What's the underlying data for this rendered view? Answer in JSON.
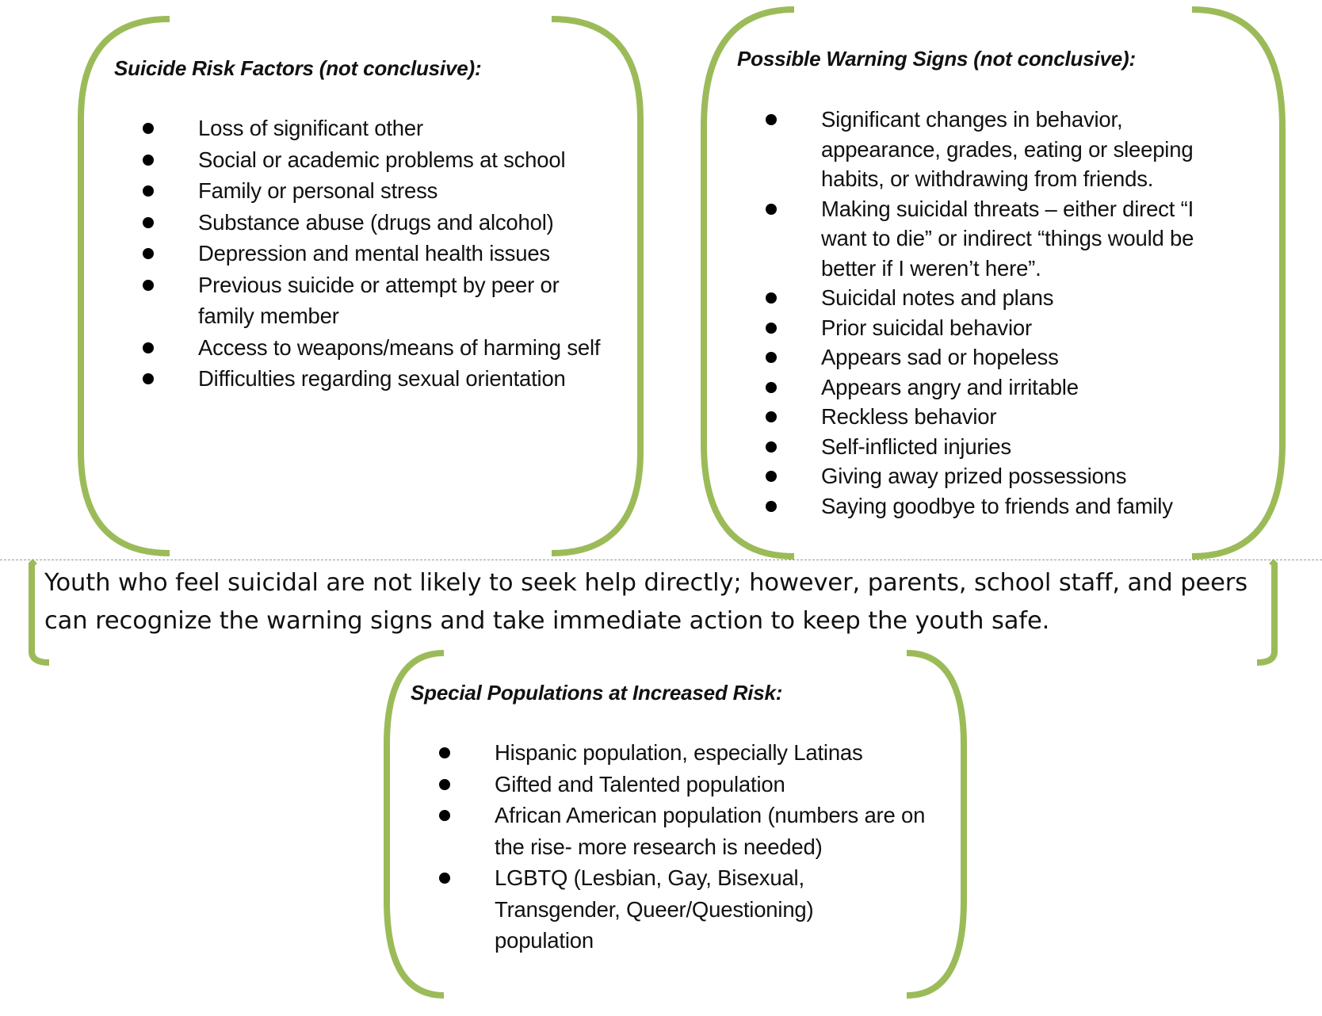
{
  "colors": {
    "frame": "#9bbb59",
    "text": "#111111",
    "bullet": "#000000"
  },
  "risk_factors": {
    "title": "Suicide Risk Factors (not conclusive):",
    "items": [
      {
        "text": "Loss of significant other"
      },
      {
        "text": "Social or academic problems at school"
      },
      {
        "text": "Family or personal stress"
      },
      {
        "text": "Substance abuse (drugs and alcohol)"
      },
      {
        "text": "Depression and mental health issues"
      },
      {
        "text": "Previous suicide or attempt by peer or family member"
      },
      {
        "text": "Access to weapons/means of harming self"
      },
      {
        "text": "Difficulties regarding sexual orientation"
      }
    ]
  },
  "warning_signs": {
    "title": "Possible Warning Signs (not conclusive):",
    "items": [
      {
        "text": "Significant changes in behavior, appearance, grades, eating or sleeping habits, or withdrawing from friends."
      },
      {
        "text": "Making suicidal threats – either direct “I want to die” or indirect “things would be better if I weren’t here”."
      },
      {
        "text": "Suicidal notes and plans"
      },
      {
        "text": "Prior suicidal behavior"
      },
      {
        "text": "Appears sad or hopeless"
      },
      {
        "text": "Appears angry and irritable"
      },
      {
        "text": "Reckless behavior"
      },
      {
        "text": "Self-inflicted injuries"
      },
      {
        "text": "Giving away prized possessions"
      },
      {
        "text": "Saying goodbye to friends and family"
      }
    ]
  },
  "center_message": {
    "text": "Youth who feel suicidal are not likely to seek help directly; however, parents, school staff, and peers can recognize the warning signs and take immediate action to keep the youth safe."
  },
  "special_populations": {
    "title": "Special Populations at Increased Risk:",
    "items": [
      {
        "text": "Hispanic population, especially Latinas"
      },
      {
        "text": "Gifted and Talented population"
      },
      {
        "text": "African American population (numbers are on the rise- more research is needed)"
      },
      {
        "text": "LGBTQ (Lesbian, Gay, Bisexual, Transgender, Queer/Questioning) population"
      }
    ]
  }
}
